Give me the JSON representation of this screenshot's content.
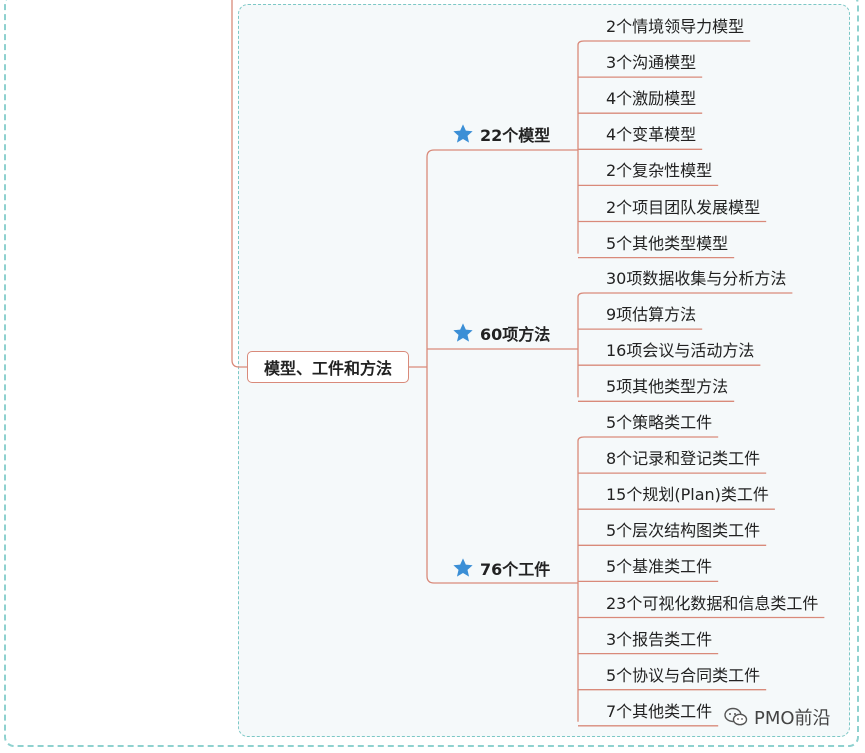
{
  "root": {
    "label": "模型、工件和方法"
  },
  "branches": [
    {
      "label": "22个模型",
      "icon": "star-icon",
      "children": [
        "2个情境领导力模型",
        "3个沟通模型",
        "4个激励模型",
        "4个变革模型",
        "2个复杂性模型",
        "2个项目团队发展模型",
        "5个其他类型模型"
      ]
    },
    {
      "label": "60项方法",
      "icon": "star-icon",
      "children": [
        "30项数据收集与分析方法",
        "9项估算方法",
        "16项会议与活动方法",
        "5项其他类型方法"
      ]
    },
    {
      "label": "76个工件",
      "icon": "star-icon",
      "children": [
        "5个策略类工件",
        "8个记录和登记类工件",
        "15个规划(Plan)类工件",
        "5个层次结构图类工件",
        "5个基准类工件",
        "23个可视化数据和信息类工件",
        "3个报告类工件",
        "5个协议与合同类工件",
        "7个其他类工件"
      ]
    }
  ],
  "watermark": {
    "text": "PMO前沿",
    "icon": "wechat-icon"
  },
  "colors": {
    "line": "#d98a7a",
    "star": "#3b8fd6",
    "frame": "#8ed1cf",
    "panel": "#f5f9fa"
  }
}
